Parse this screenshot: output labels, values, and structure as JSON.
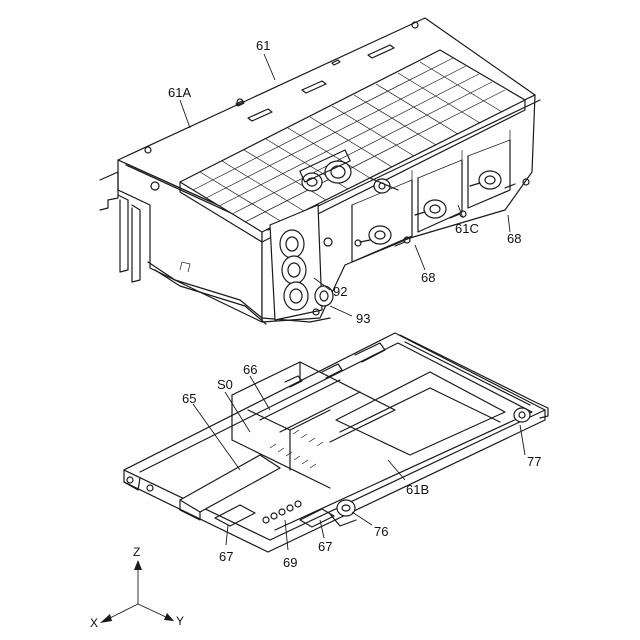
{
  "labels": {
    "l61": "61",
    "l61A": "61A",
    "l61C": "61C",
    "l68a": "68",
    "l68b": "68",
    "l92": "92",
    "l93": "93",
    "l66": "66",
    "lS0": "S0",
    "l65": "65",
    "l77": "77",
    "l61B": "61B",
    "l76": "76",
    "l67a": "67",
    "l67b": "67",
    "l69": "69"
  },
  "axes": {
    "z": "Z",
    "x": "X",
    "y": "Y"
  },
  "colors": {
    "line": "#1a1a1a",
    "background": "#ffffff"
  }
}
